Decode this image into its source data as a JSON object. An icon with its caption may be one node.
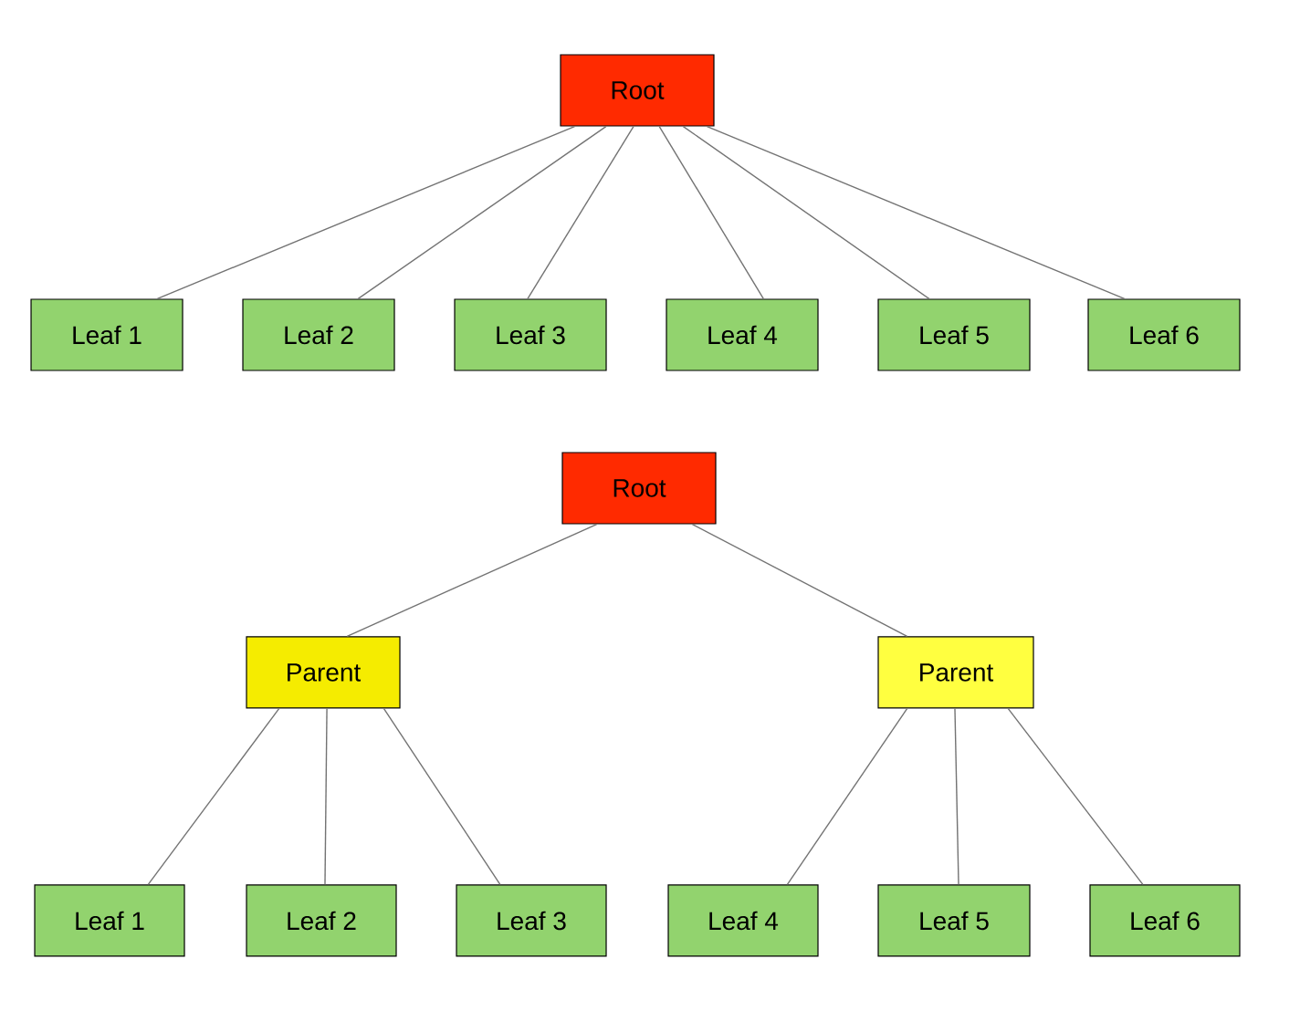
{
  "diagram": {
    "nodes": [
      {
        "text": [
          "Root"
        ]
      },
      {
        "text": [
          "Leaf 1"
        ]
      },
      {
        "text": [
          "Leaf 2"
        ]
      },
      {
        "text": [
          "Leaf 3"
        ]
      },
      {
        "text": [
          "Leaf 4"
        ]
      },
      {
        "text": [
          "Leaf 5"
        ]
      },
      {
        "text": [
          "Leaf 6"
        ]
      },
      {
        "text": [
          "Root"
        ]
      },
      {
        "text": [
          "Parent"
        ]
      },
      {
        "text": [
          "Leaf 1"
        ]
      },
      {
        "text": [
          "Leaf 2"
        ]
      },
      {
        "text": [
          "Leaf 3"
        ]
      },
      {
        "text": [
          "Parent"
        ]
      },
      {
        "text": [
          "Leaf 4"
        ]
      },
      {
        "text": [
          "Leaf 5"
        ]
      },
      {
        "text": [
          "Leaf 6"
        ]
      }
    ],
    "edges": [
      {
        "from": 0,
        "to": 1,
        "arrow": "none"
      },
      {
        "from": 0,
        "to": 2,
        "arrow": "none"
      },
      {
        "from": 0,
        "to": 3,
        "arrow": "none"
      },
      {
        "from": 0,
        "to": 4,
        "arrow": "none"
      },
      {
        "from": 0,
        "to": 5,
        "arrow": "none"
      },
      {
        "from": 0,
        "to": 6,
        "arrow": "none"
      },
      {
        "from": 7,
        "to": 8,
        "arrow": "none"
      },
      {
        "from": 7,
        "to": 12,
        "arrow": "none"
      },
      {
        "from": 8,
        "to": 9,
        "arrow": "none"
      },
      {
        "from": 8,
        "to": 10,
        "arrow": "none"
      },
      {
        "from": 8,
        "to": 11,
        "arrow": "none"
      },
      {
        "from": 12,
        "to": 13,
        "arrow": "none"
      },
      {
        "from": 12,
        "to": 14,
        "arrow": "none"
      },
      {
        "from": 12,
        "to": 15,
        "arrow": "none"
      }
    ]
  }
}
